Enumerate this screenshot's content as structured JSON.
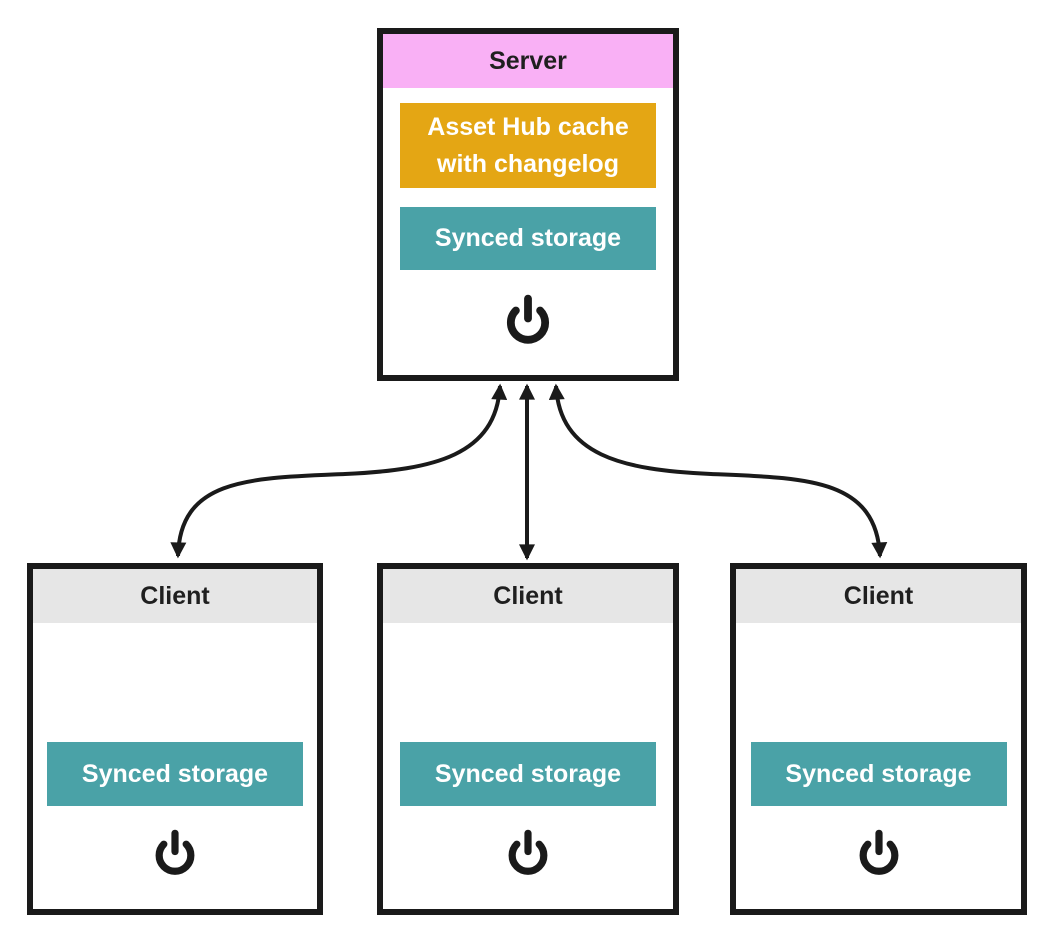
{
  "colors": {
    "server_header_bg": "#f9b0f5",
    "client_header_bg": "#e6e6e6",
    "cache_bg": "#e4a614",
    "storage_bg": "#4aa2a7",
    "box_border": "#1a1a1a",
    "arrow": "#1a1a1a",
    "text_dark": "#1f1f1f",
    "text_light": "#ffffff"
  },
  "server": {
    "title": "Server",
    "cache_label": "Asset Hub cache with changelog",
    "storage_label": "Synced storage",
    "icon": "power-icon"
  },
  "clients": [
    {
      "title": "Client",
      "storage_label": "Synced storage",
      "icon": "power-icon"
    },
    {
      "title": "Client",
      "storage_label": "Synced storage",
      "icon": "power-icon"
    },
    {
      "title": "Client",
      "storage_label": "Synced storage",
      "icon": "power-icon"
    }
  ],
  "connections": [
    {
      "from": "Server",
      "to": "Client 1",
      "bidirectional": true
    },
    {
      "from": "Server",
      "to": "Client 2",
      "bidirectional": true
    },
    {
      "from": "Server",
      "to": "Client 3",
      "bidirectional": true
    }
  ]
}
